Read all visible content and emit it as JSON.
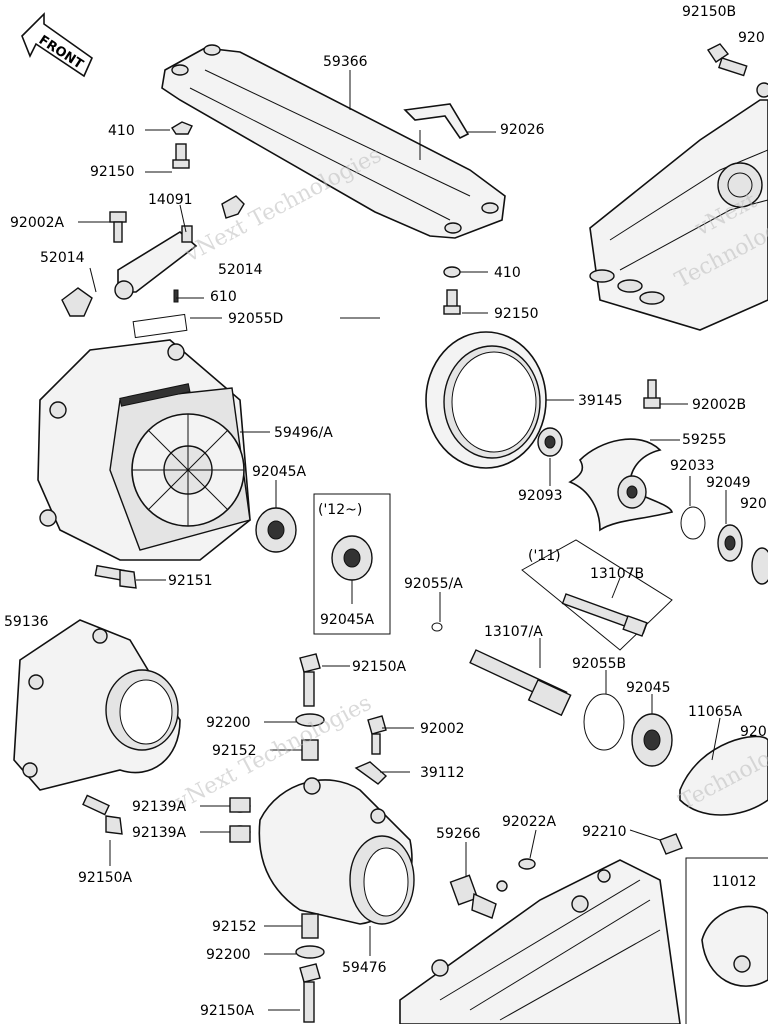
{
  "front_label": "FRONT",
  "watermark": {
    "line1": "vNext Technologies",
    "line2": "Technologies",
    "line3": "vNext"
  },
  "callouts": [
    {
      "id": "c-92150B",
      "text": "92150B"
    },
    {
      "id": "c-920-tr",
      "text": "920"
    },
    {
      "id": "c-59366",
      "text": "59366"
    },
    {
      "id": "c-410-a",
      "text": "410"
    },
    {
      "id": "c-92026",
      "text": "92026"
    },
    {
      "id": "c-92150-a",
      "text": "92150"
    },
    {
      "id": "c-14091",
      "text": "14091"
    },
    {
      "id": "c-92002A",
      "text": "92002A"
    },
    {
      "id": "c-52014-a",
      "text": "52014"
    },
    {
      "id": "c-52014-b",
      "text": "52014"
    },
    {
      "id": "c-610",
      "text": "610"
    },
    {
      "id": "c-410-b",
      "text": "410"
    },
    {
      "id": "c-92150-b",
      "text": "92150"
    },
    {
      "id": "c-92055D",
      "text": "92055D"
    },
    {
      "id": "c-39145",
      "text": "39145"
    },
    {
      "id": "c-92002B",
      "text": "92002B"
    },
    {
      "id": "c-59496A",
      "text": "59496/A"
    },
    {
      "id": "c-59255",
      "text": "59255"
    },
    {
      "id": "c-92093",
      "text": "92093"
    },
    {
      "id": "c-92033",
      "text": "92033"
    },
    {
      "id": "c-92049",
      "text": "92049"
    },
    {
      "id": "c-920-r",
      "text": "920"
    },
    {
      "id": "c-92045A-a",
      "text": "92045A"
    },
    {
      "id": "c-year12",
      "text": "('12~)"
    },
    {
      "id": "c-92045A-b",
      "text": "92045A"
    },
    {
      "id": "c-92055A",
      "text": "92055/A"
    },
    {
      "id": "c-year11",
      "text": "('11)"
    },
    {
      "id": "c-13107B",
      "text": "13107B"
    },
    {
      "id": "c-92151",
      "text": "92151"
    },
    {
      "id": "c-59136",
      "text": "59136"
    },
    {
      "id": "c-13107A",
      "text": "13107/A"
    },
    {
      "id": "c-92150A-a",
      "text": "92150A"
    },
    {
      "id": "c-92055B",
      "text": "92055B"
    },
    {
      "id": "c-92045",
      "text": "92045"
    },
    {
      "id": "c-11065A",
      "text": "11065A"
    },
    {
      "id": "c-920-r2",
      "text": "920"
    },
    {
      "id": "c-92200-a",
      "text": "92200"
    },
    {
      "id": "c-92002",
      "text": "92002"
    },
    {
      "id": "c-92152-a",
      "text": "92152"
    },
    {
      "id": "c-39112",
      "text": "39112"
    },
    {
      "id": "c-92139A-a",
      "text": "92139A"
    },
    {
      "id": "c-92139A-b",
      "text": "92139A"
    },
    {
      "id": "c-59266",
      "text": "59266"
    },
    {
      "id": "c-92022A",
      "text": "92022A"
    },
    {
      "id": "c-92210",
      "text": "92210"
    },
    {
      "id": "c-92150A-b",
      "text": "92150A"
    },
    {
      "id": "c-11012",
      "text": "11012"
    },
    {
      "id": "c-92152-b",
      "text": "92152"
    },
    {
      "id": "c-92200-b",
      "text": "92200"
    },
    {
      "id": "c-59476",
      "text": "59476"
    },
    {
      "id": "c-92150A-c",
      "text": "92150A"
    }
  ]
}
